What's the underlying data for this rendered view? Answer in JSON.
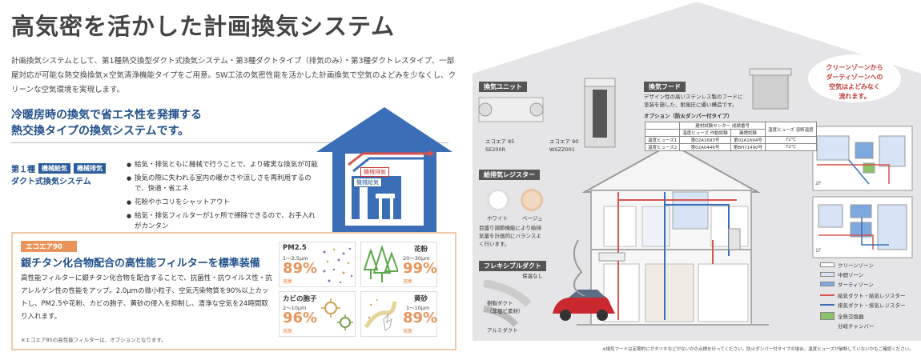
{
  "title": "高気密を活かした計画換気システム",
  "intro": "計画換気システムとして、第1種熱交換型ダクト式換気システム・第3種ダクトタイプ（排気のみ）・第3種ダクトレスタイプ、一部屋対応が可能な熱交換換気×空気清浄機能タイプをご用意。SW工法の気密性能を活かした計画換気で空気のよどみを少なくし、クリーンな空気環境を実現します。",
  "headline": {
    "line1": "冷暖房時の換気で省エネ性を発揮する",
    "line2": "熱交換タイプの換気システムです。"
  },
  "spec": {
    "type": "第１種",
    "badge1": "機械給気",
    "badge2": "機械排気",
    "name": "ダクト式換気システム",
    "features": [
      "給気・排気ともに機械で行うことで、より確実な換気が可能",
      "換気の際に失われる室内の暖かさや涼しさを再利用するので、快適・省エネ",
      "花粉やホコリをシャットアウト",
      "給気・排気フィルターが1ヶ所で掃除できるので、お手入れがカンタン"
    ],
    "house_tag_exhaust": "機械排気",
    "house_tag_supply": "機械給気"
  },
  "ecoair": {
    "badge": "エコエア90",
    "title": "銀チタン化合物配合の高性能フィルターを標準装備",
    "body": "高性能フィルターに銀チタン化合物を配合することで、抗菌性・抗ウイルス性・抗アレルゲン性の性能をアップ。2.0μmの微小粒子、空気汚染物質を90%以上カットし、PM2.5や花粉、カビの胞子、黄砂の侵入を抑制し、清浄な空気を24時間取り入れます。",
    "note": "※エコエア85の高性能フィルターは、オプションとなります。",
    "filters": [
      {
        "name": "PM2.5",
        "range": "1〜2.5μm",
        "pct": "89%",
        "sub": "捕集"
      },
      {
        "name": "花粉",
        "range": "20〜30μm",
        "pct": "99%",
        "sub": "捕集"
      },
      {
        "name": "カビの胞子",
        "range": "2〜10μm",
        "pct": "96%",
        "sub": "捕集"
      },
      {
        "name": "黄砂",
        "range": "1〜10μm",
        "pct": "89%",
        "sub": "捕集"
      }
    ]
  },
  "right": {
    "unit_label": "換気ユニット",
    "unit1_name": "エコエア 85",
    "unit1_model": "SE200R",
    "unit2_name": "エコエア 90",
    "unit2_model": "WSZZ001",
    "hood_label": "換気フード",
    "hood_desc1": "デザイン性の高いステンレス製のフードに",
    "hood_desc2": "塗装を施した、耐風圧に優い構造です。",
    "option_label": "オプション（防火ダンパー付タイプ）",
    "option_table": {
      "headers": [
        "",
        "建材試験センター 成績番号",
        "",
        "温度ヒューズ 溶断温度"
      ],
      "subheaders": [
        "",
        "温度ヒューズ 作動試験",
        "漏煙試験",
        ""
      ],
      "rows": [
        [
          "温度ヒューズ1",
          "第02A1693号",
          "第02A1694号",
          "72℃"
        ],
        [
          "温度ヒューズ2",
          "第02A0446号",
          "第BH71490号",
          "72℃"
        ]
      ]
    },
    "register_label": "給排気レジスター",
    "register_white": "ホワイト",
    "register_beige": "ベージュ",
    "register_desc": [
      "目盛り調節機能により給排",
      "気量を計画的にバランスよ",
      "く行います。"
    ],
    "duct_label": "フレキシブルダクト",
    "duct_insulated": "保温なし",
    "duct_resin": "樹脂ダクト",
    "duct_resin_sub": "（非塩ビ素材）",
    "duct_alu": "アルミダクト",
    "callout": [
      "クリーンゾーンから",
      "ダーティゾーンへの",
      "空気はよどみなく",
      "流れます。"
    ],
    "floor_2f": "2F",
    "floor_1f": "1F",
    "legend": [
      {
        "label": "クリーンゾーン",
        "color": "#ffffff"
      },
      {
        "label": "中間ゾーン",
        "color": "#d6e4f5"
      },
      {
        "label": "ダーティゾーン",
        "color": "#7ea9de"
      },
      {
        "label": "給気ダクト・給気レジスター",
        "color": "#d9534f"
      },
      {
        "label": "排気ダクト・排気レジスター",
        "color": "#3a6fb7"
      },
      {
        "label": "全熱交換器",
        "color": "#8cc26a"
      },
      {
        "label": "分岐チャンバー",
        "color": ""
      }
    ],
    "footnote": "※換気フードは定期的にガタツキなどがないかの点検を行ってください。防火ダンパー付タイプの場合、温度ヒューズが破断していないかもご確認ください。"
  },
  "colors": {
    "accent_blue": "#1f4f8a",
    "accent_orange": "#e8945a",
    "supply_red": "#d9534f",
    "exhaust_blue": "#3a6fb7",
    "panel_gray": "#e5e5e7"
  }
}
